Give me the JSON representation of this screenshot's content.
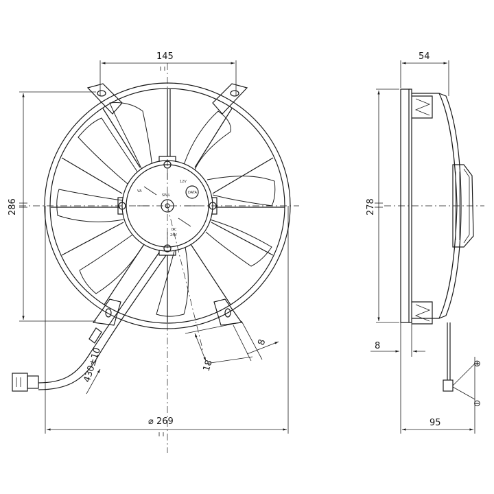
{
  "dimensions": {
    "top_width": "145",
    "left_height": "286",
    "diameter": "⌀ 269",
    "cable_length": "430±10",
    "mount_slot_length": "18",
    "mount_slot_width": "8",
    "side_depth": "54",
    "side_height": "278",
    "side_offset": "8",
    "side_total_depth": "95"
  },
  "hub_labels": {
    "label1": "SPAL",
    "label2": "DATA",
    "label3": "VA",
    "label4": "12V",
    "label5": "DC",
    "label6": "24V"
  },
  "polarity": {
    "positive": "⊕",
    "negative": "⊖"
  }
}
